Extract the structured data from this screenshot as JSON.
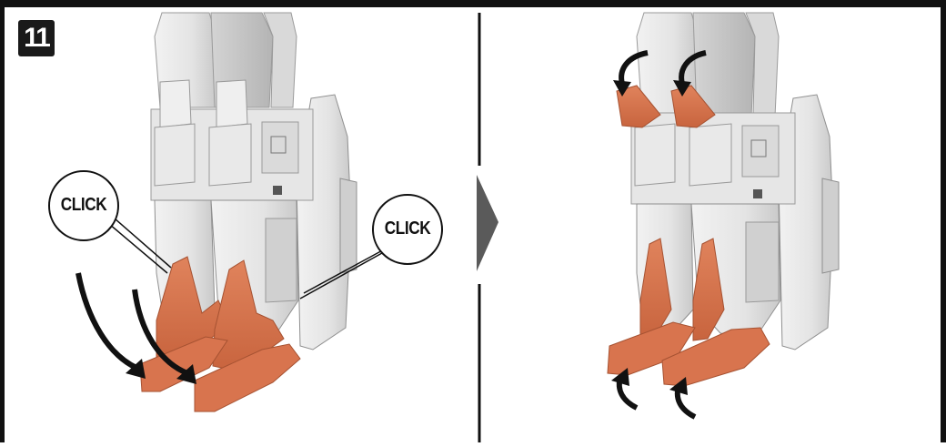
{
  "step": {
    "number": "11"
  },
  "callouts": {
    "left": "CLICK",
    "right": "CLICK"
  },
  "colors": {
    "part_gray": "#e3e3e3",
    "part_shadow": "#b9b9b9",
    "foot_orange": "#d8744e",
    "foot_orange_dark": "#b65a37",
    "ink": "#111111",
    "arrow_gray": "#5a5a5a"
  },
  "icons": {
    "step_arrow": "right-chevron-icon",
    "motion_arrows": "curved-arrow-icon"
  }
}
